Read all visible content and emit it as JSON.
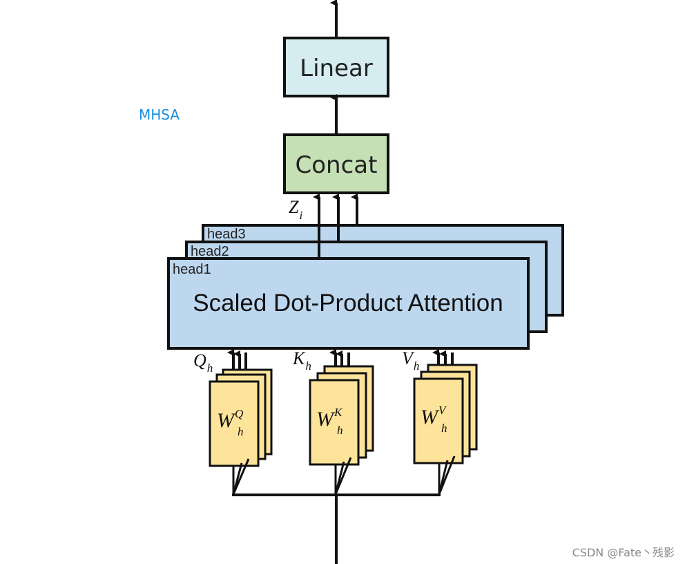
{
  "caption": "MHSA",
  "watermark": "CSDN @Fate丶残影",
  "linear_label": "Linear",
  "concat_label": "Concat",
  "heads": [
    "head3",
    "head2",
    "head1"
  ],
  "sdpa_label": "Scaled Dot-Product Attention",
  "z_label": {
    "main": "Z",
    "sub": "i"
  },
  "inputs": [
    {
      "label": "Q",
      "sub": "h",
      "w_main": "W",
      "w_sub": "h",
      "w_sup": "Q"
    },
    {
      "label": "K",
      "sub": "h",
      "w_main": "W",
      "w_sub": "h",
      "w_sup": "K"
    },
    {
      "label": "V",
      "sub": "h",
      "w_main": "W",
      "w_sub": "h",
      "w_sup": "V"
    }
  ],
  "colors": {
    "linear_fill": "#d5ecf1",
    "concat_fill": "#c5e0b4",
    "head_fill": "#bdd7ee",
    "weight_fill": "#fde49a",
    "stroke": "#111111",
    "caption": "#1a8fe0"
  }
}
